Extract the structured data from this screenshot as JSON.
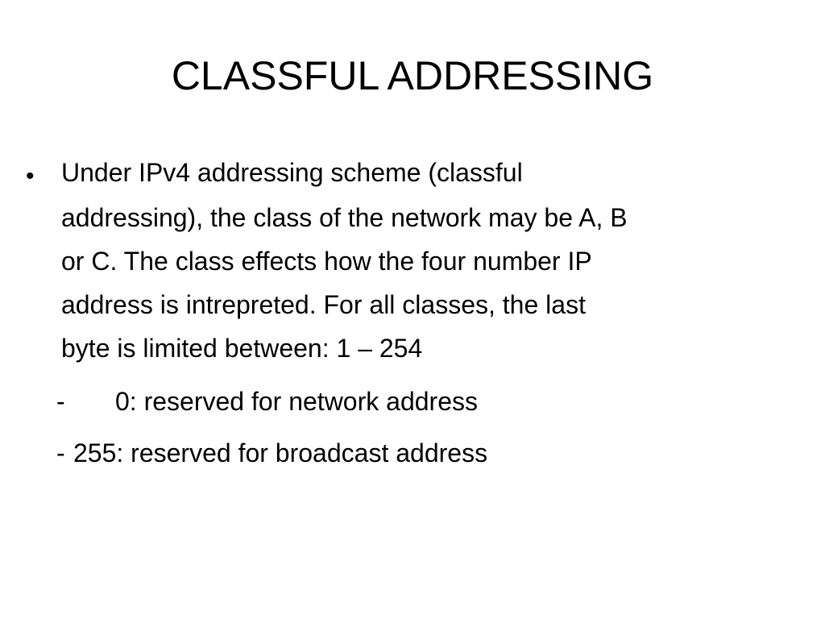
{
  "slide": {
    "title": "CLASSFUL ADDRESSING",
    "bullet_symbol": "•",
    "bullet_lines": [
      "Under IPv4 addressing scheme (classful",
      "addressing), the class of the network may be A, B",
      "or C. The class effects how the four number IP",
      "address is intrepreted. For all classes, the last",
      "byte is limited between: 1 – 254"
    ],
    "sub_items": [
      {
        "dash": "-",
        "text": "0: reserved for network address"
      },
      {
        "dash": "-",
        "text": "255: reserved for broadcast address"
      }
    ]
  }
}
